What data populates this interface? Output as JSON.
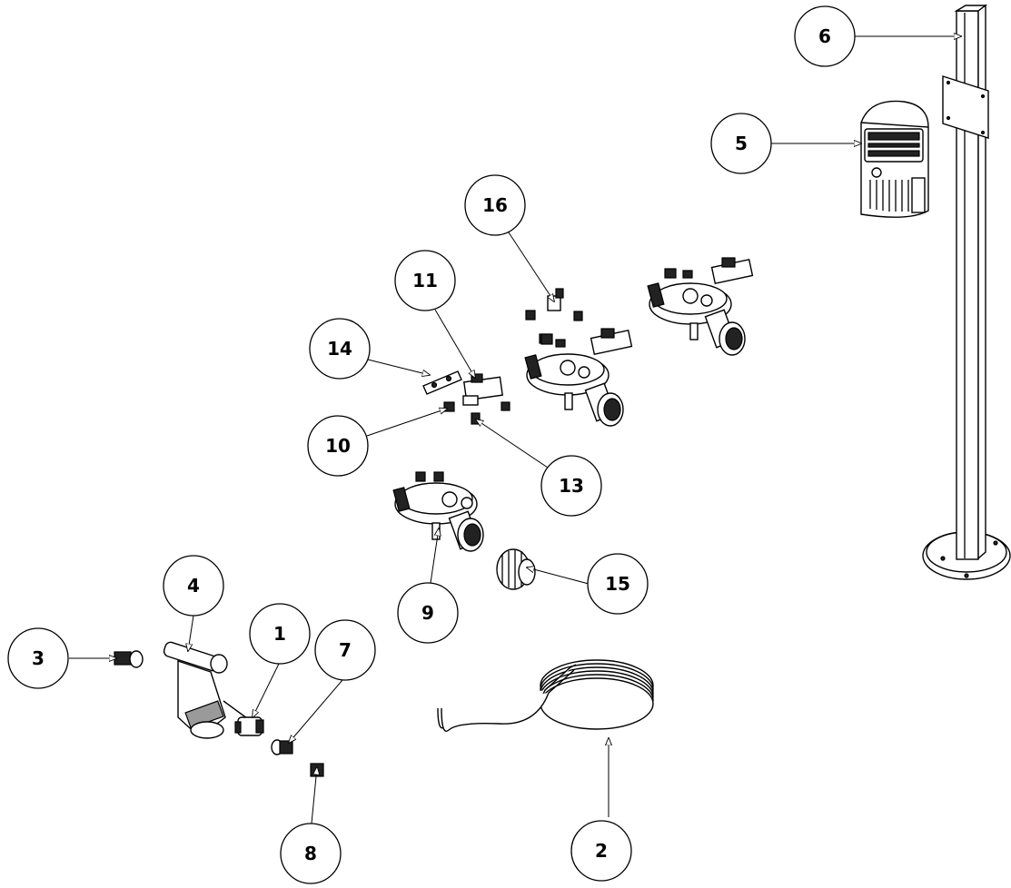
{
  "balloons": {
    "b1": "1",
    "b2": "2",
    "b3": "3",
    "b4": "4",
    "b5": "5",
    "b6": "6",
    "b7": "7",
    "b8": "8",
    "b9": "9",
    "b10": "10",
    "b11": "11",
    "b13": "13",
    "b14": "14",
    "b15": "15",
    "b16": "16"
  }
}
